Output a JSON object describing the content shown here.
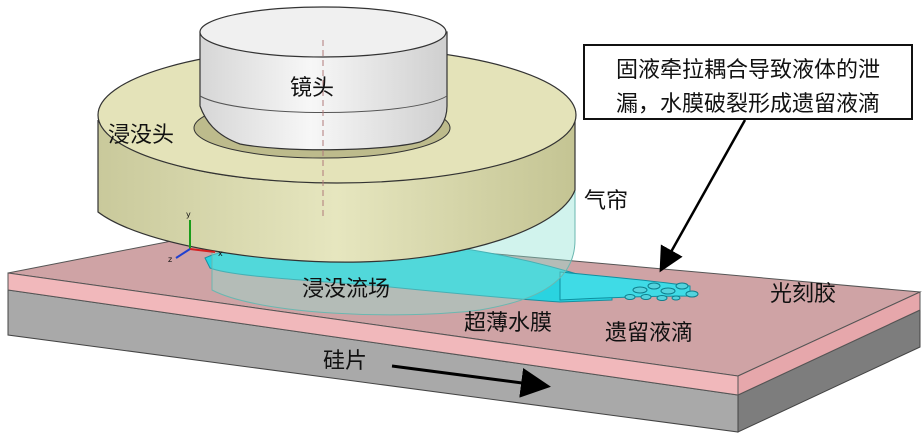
{
  "labels": {
    "lens": "镜头",
    "immersion_head": "浸没头",
    "air_curtain": "气帘",
    "immersion_flow_field": "浸没流场",
    "ultrathin_film": "超薄水膜",
    "residual_droplets": "遗留液滴",
    "photoresist": "光刻胶",
    "wafer": "硅片"
  },
  "callout": {
    "line1": "固液牵拉耦合导致液体的泄",
    "line2": "漏，水膜破裂形成遗留液滴"
  },
  "axes": {
    "x": "x",
    "y": "y",
    "z": "z"
  },
  "colors": {
    "wafer_top": "#b9b9b9",
    "wafer_side": "#8f8f8f",
    "photoresist": "#cfa4a6",
    "photoresist_edge": "#f2b7bb",
    "immersion_head": "#dcdcae",
    "lens": "#ececec",
    "fluid": "#1ad3e0",
    "air_curtain": "rgba(150,230,220,0.45)"
  }
}
